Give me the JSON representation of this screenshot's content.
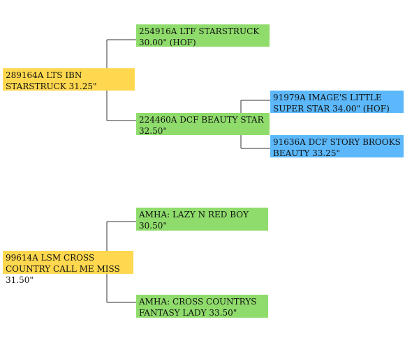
{
  "tree1": {
    "root": {
      "text": "289164A LTS IBN STARSTRUCK 31.25\"",
      "color": "#ffd84f"
    },
    "sire": {
      "text": "254916A LTF STARSTRUCK 30.00\" (HOF)",
      "color": "#8fdc6c"
    },
    "dam": {
      "text": "224460A DCF BEAUTY STAR 32.50\"",
      "color": "#8fdc6c"
    },
    "dam_sire": {
      "text": "91979A IMAGE'S LITTLE SUPER STAR 34.00\" (HOF)",
      "color": "#5cb8fb"
    },
    "dam_dam": {
      "text": "91636A DCF STORY BROOKS BEAUTY 33.25\"",
      "color": "#5cb8fb"
    }
  },
  "tree2": {
    "root": {
      "text": "99614A LSM CROSS COUNTRY CALL ME MISS 31.50\"",
      "color": "#ffd84f"
    },
    "sire": {
      "text": "AMHA: LAZY N RED BOY 30.50\"",
      "color": "#8fdc6c"
    },
    "dam": {
      "text": "AMHA: CROSS COUNTRYS FANTASY LADY 33.50\"",
      "color": "#8fdc6c"
    }
  }
}
